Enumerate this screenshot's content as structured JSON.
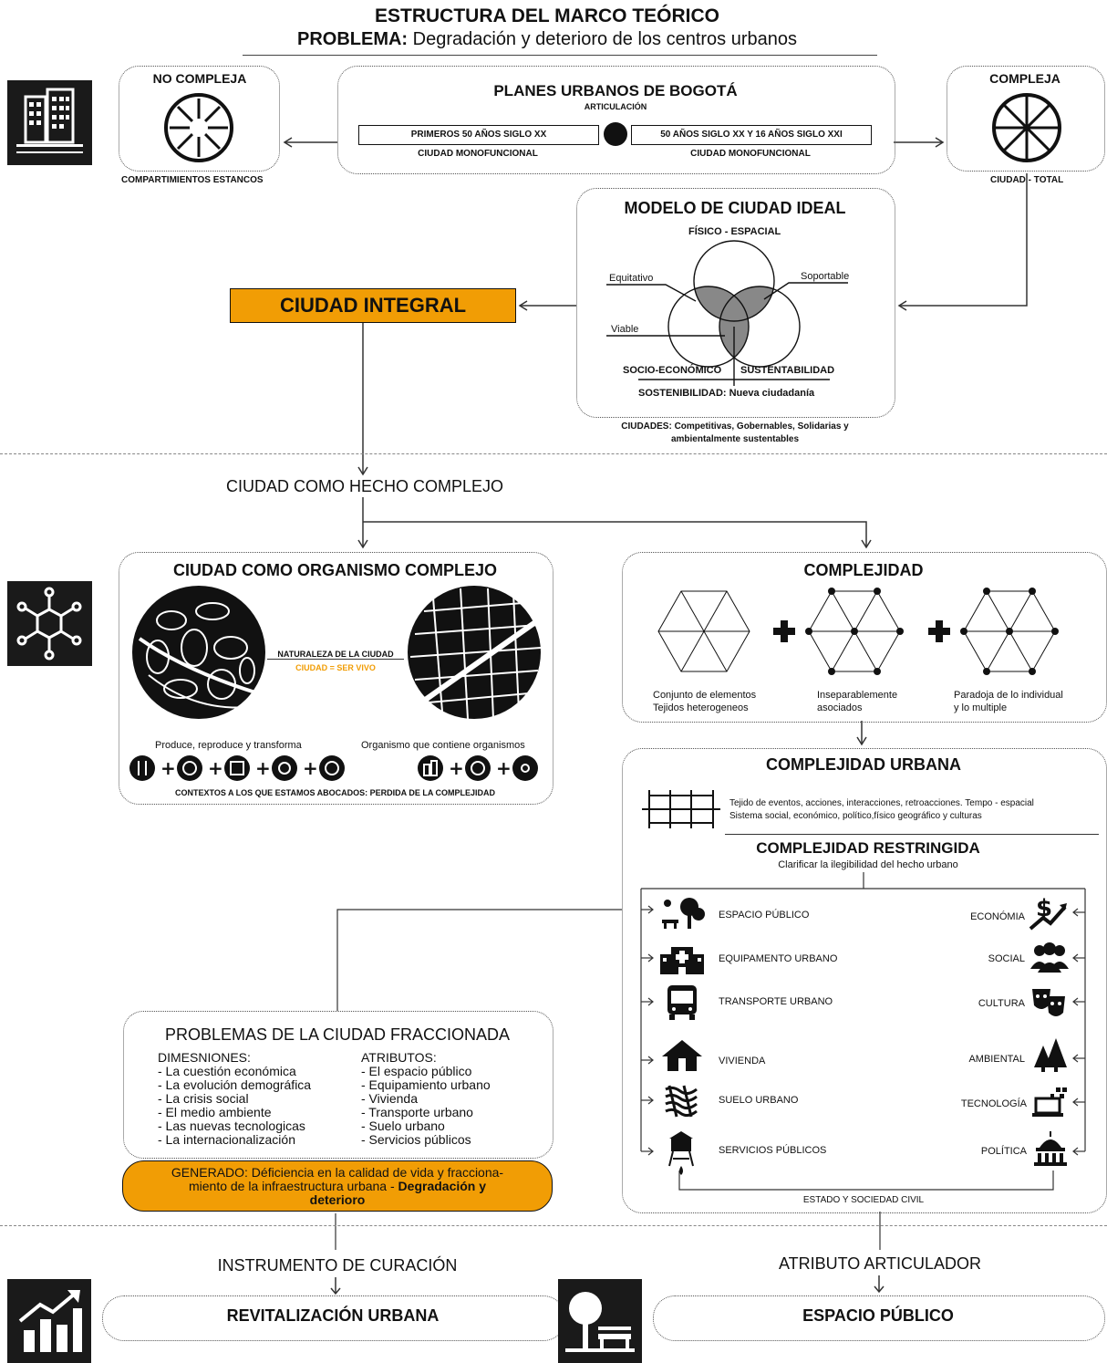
{
  "header": {
    "title": "ESTRUCTURA DEL MARCO TEÓRICO",
    "problem_label": "PROBLEMA:",
    "problem_text": " Degradación y deterioro de los centros urbanos"
  },
  "top": {
    "no_compleja": {
      "title": "NO COMPLEJA",
      "caption": "COMPARTIMIENTOS ESTANCOS"
    },
    "compleja": {
      "title": "COMPLEJA",
      "caption": "CIUDAD - TOTAL"
    },
    "planes": {
      "title": "PLANES URBANOS DE BOGOTÁ",
      "subtitle": "ARTICULACIÓN",
      "left_box": "PRIMEROS 50 AÑOS SIGLO XX",
      "left_caption": "CIUDAD MONOFUNCIONAL",
      "right_box": "50 AÑOS SIGLO XX Y 16 AÑOS SIGLO XXI",
      "right_caption": "CIUDAD MONOFUNCIONAL"
    }
  },
  "modelo": {
    "title": "MODELO DE CIUDAD IDEAL",
    "fisico": "FÍSICO - ESPACIAL",
    "equitativo": "Equitativo",
    "soportable": "Soportable",
    "viable": "Viable",
    "socio": "SOCIO-ECONÓMICO",
    "sustentabilidad": "SUSTENTABILIDAD",
    "sostenibilidad": "SOSTENIBILIDAD: Nueva ciudadanía",
    "ciudades_1": "CIUDADES: Competitivas, Gobernables, Solidarias y",
    "ciudades_2": "ambientalmente sustentables"
  },
  "ciudad_integral": "CIUDAD INTEGRAL",
  "hecho_complejo": "CIUDAD COMO HECHO COMPLEJO",
  "organismo": {
    "title": "CIUDAD COMO ORGANISMO COMPLEJO",
    "naturaleza": "NATURALEZA DE LA CIUDAD",
    "ser_vivo": "CIUDAD = SER VIVO",
    "produce": "Produce, reproduce y transforma",
    "contiene": "Organismo que contiene organismos",
    "contextos": "CONTEXTOS A LOS QUE ESTAMOS ABOCADOS: PERDIDA DE LA COMPLEJIDAD"
  },
  "complejidad": {
    "title": "COMPLEJIDAD",
    "c1_a": "Conjunto de elementos",
    "c1_b": "Tejidos heterogeneos",
    "c2_a": "Inseparablemente",
    "c2_b": "asociados",
    "c3_a": "Paradoja de lo individual",
    "c3_b": "y lo multiple"
  },
  "urbana": {
    "title": "COMPLEJIDAD URBANA",
    "desc_1": "Tejido de eventos, acciones, interacciones, retroacciones. Tempo - espacial",
    "desc_2": "Sistema social, económico, político,físico geográfico y culturas",
    "restringida": "COMPLEJIDAD RESTRINGIDA",
    "clarificar": "Clarificar la ilegibilidad del hecho urbano",
    "left_items": [
      "ESPACIO PÚBLICO",
      "EQUIPAMENTO URBANO",
      "TRANSPORTE URBANO",
      "VIVIENDA",
      "SUELO URBANO",
      "SERVICIOS PÚBLICOS"
    ],
    "right_items": [
      "ECONÓMIA",
      "SOCIAL",
      "CULTURA",
      "AMBIENTAL",
      "TECNOLOGÍA",
      "POLÍTICA"
    ],
    "estado": "ESTADO Y SOCIEDAD CIVIL"
  },
  "problemas": {
    "title": "PROBLEMAS DE LA CIUDAD FRACCIONADA",
    "dim_title": "DIMESNIONES:",
    "dimensiones": [
      "- La cuestión económica",
      "- La evolución demográfica",
      "- La crisis social",
      "- El medio ambiente",
      "- Las nuevas tecnologicas",
      "- La internacionalización"
    ],
    "atr_title": "ATRIBUTOS:",
    "atributos": [
      "- El espacio público",
      "- Equipamiento urbano",
      "- Vivienda",
      "- Transporte urbano",
      "- Suelo urbano",
      "- Servicios públicos"
    ],
    "generado_1": "GENERADO: Déficiencia en la calidad de vida y fracciona-",
    "generado_2": "miento de la infraestructura urbana - ",
    "generado_bold_1": "Degradación y",
    "generado_bold_2": "deterioro"
  },
  "bottom": {
    "instrumento": "INSTRUMENTO DE CURACIÓN",
    "revitalizacion": "REVITALIZACIÓN URBANA",
    "atributo": "ATRIBUTO ARTICULADOR",
    "espacio": "ESPACIO PÚBLICO"
  },
  "colors": {
    "accent": "#f19d05",
    "dark": "#1a1a1a"
  }
}
